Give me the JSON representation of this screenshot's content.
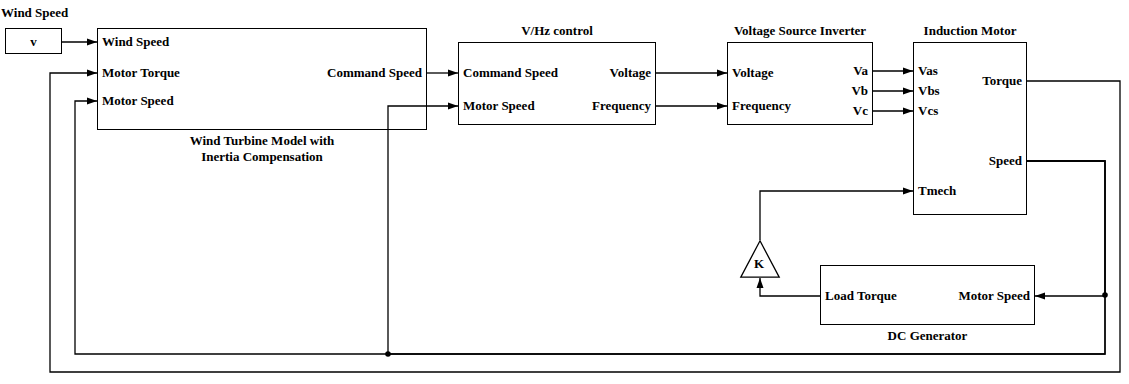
{
  "diagram": {
    "nodes": [
      {
        "text": [
          "Wind Speed",
          "v"
        ]
      },
      {
        "text": [
          "Wind Speed",
          "Motor Torque",
          "Command Speed",
          "Motor Speed",
          "Wind Turbine Model with Inertia Compensation"
        ]
      },
      {
        "text": [
          "V/Hz control",
          "Command Speed",
          "Voltage",
          "Motor Speed",
          "Frequency"
        ]
      },
      {
        "text": [
          "Voltage Source Inverter",
          "Voltage",
          "Va",
          "Vb",
          "Frequency",
          "Vc"
        ]
      },
      {
        "text": [
          "Induction Motor",
          "Vas",
          "Torque",
          "Vbs",
          "Vcs",
          "Speed",
          "Tmech"
        ]
      },
      {
        "text": [
          "K"
        ]
      },
      {
        "text": [
          "Load Torque",
          "Motor Speed",
          "DC Generator"
        ]
      }
    ],
    "edges": [
      {
        "from": 0,
        "to": 1,
        "arrow": "to"
      },
      {
        "from": 1,
        "to": 2,
        "arrow": "to"
      },
      {
        "from": 2,
        "to": 3,
        "arrow": "to"
      },
      {
        "from": 2,
        "to": 3,
        "arrow": "to"
      },
      {
        "from": 3,
        "to": 4,
        "arrow": "to"
      },
      {
        "from": 3,
        "to": 4,
        "arrow": "to"
      },
      {
        "from": 3,
        "to": 4,
        "arrow": "to"
      },
      {
        "from": 4,
        "to": 6,
        "arrow": "to"
      },
      {
        "from": 6,
        "to": 5,
        "arrow": "to"
      },
      {
        "from": 5,
        "to": 4,
        "arrow": "to"
      },
      {
        "from": 4,
        "to": 1,
        "arrow": "to"
      },
      {
        "from": 4,
        "to": 1,
        "arrow": "to"
      },
      {
        "from": 4,
        "to": 2,
        "arrow": "to"
      }
    ]
  }
}
